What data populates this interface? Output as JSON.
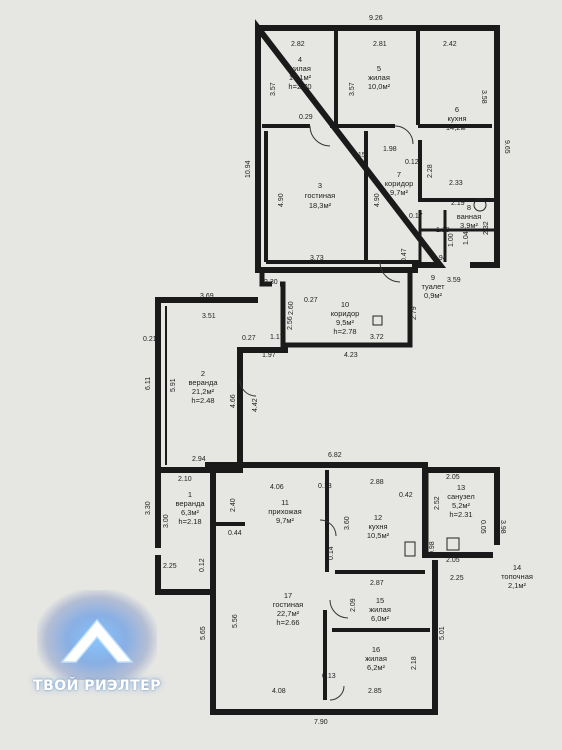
{
  "brand": "ТВОЙ РИЭЛТЕР",
  "rooms": [
    {
      "num": "1",
      "name": "веранда",
      "area": "6,3м²",
      "height": "h=2.18"
    },
    {
      "num": "2",
      "name": "веранда",
      "area": "21,2м²",
      "height": "h=2.48"
    },
    {
      "num": "3",
      "name": "гостиная",
      "area": "18,3м²",
      "height": ""
    },
    {
      "num": "4",
      "name": "жилая",
      "area": "10,1м²",
      "height": "h=2.70"
    },
    {
      "num": "5",
      "name": "жилая",
      "area": "10,0м²",
      "height": ""
    },
    {
      "num": "6",
      "name": "кухня",
      "area": "14,2м²",
      "height": ""
    },
    {
      "num": "7",
      "name": "коридор",
      "area": "9,7м²",
      "height": ""
    },
    {
      "num": "8",
      "name": "ванная",
      "area": "3,9м²",
      "height": ""
    },
    {
      "num": "9",
      "name": "туалет",
      "area": "0,9м²",
      "height": ""
    },
    {
      "num": "10",
      "name": "коридор",
      "area": "9,5м²",
      "height": "h=2.78"
    },
    {
      "num": "11",
      "name": "прихожая",
      "area": "9,7м²",
      "height": ""
    },
    {
      "num": "12",
      "name": "кухня",
      "area": "10,5м²",
      "height": ""
    },
    {
      "num": "13",
      "name": "санузел",
      "area": "5,2м²",
      "height": "h=2.31"
    },
    {
      "num": "14",
      "name": "топочная",
      "area": "2,1м²",
      "height": ""
    },
    {
      "num": "15",
      "name": "жилая",
      "area": "6,0м²",
      "height": ""
    },
    {
      "num": "16",
      "name": "жилая",
      "area": "6,2м²",
      "height": ""
    },
    {
      "num": "17",
      "name": "гостиная",
      "area": "22,7м²",
      "height": "h=2.66"
    }
  ],
  "dimensions": [
    "9.26",
    "2.82",
    "2.81",
    "2.42",
    "3.57",
    "3.57",
    "3.58",
    "10.94",
    "9.65",
    "0.29",
    "1.98",
    "0.15",
    "0.12",
    "2.28",
    "4.90",
    "4.90",
    "2.33",
    "2.19",
    "0.17",
    "1.18",
    "2.32",
    "1.00",
    "1.04",
    "0.94",
    "0.47",
    "3.59",
    "3.73",
    "2.30",
    "0.27",
    "2.60",
    "2.56",
    "3.72",
    "2.79",
    "3.69",
    "3.51",
    "0.21",
    "0.27",
    "1.17",
    "1.97",
    "4.23",
    "6.11",
    "5.91",
    "4.66",
    "4.42",
    "2.94",
    "6.82",
    "2.10",
    "4.06",
    "0.13",
    "2.88",
    "2.05",
    "0.42",
    "3.30",
    "3.00",
    "2.40",
    "3.60",
    "2.52",
    "3.98",
    "0.05",
    "0.44",
    "0.14",
    "0.98",
    "2.05",
    "2.25",
    "0.12",
    "2.25",
    "2.87",
    "5.65",
    "5.56",
    "2.09",
    "5.01",
    "0.13",
    "2.18",
    "4.08",
    "2.85",
    "7.90"
  ]
}
